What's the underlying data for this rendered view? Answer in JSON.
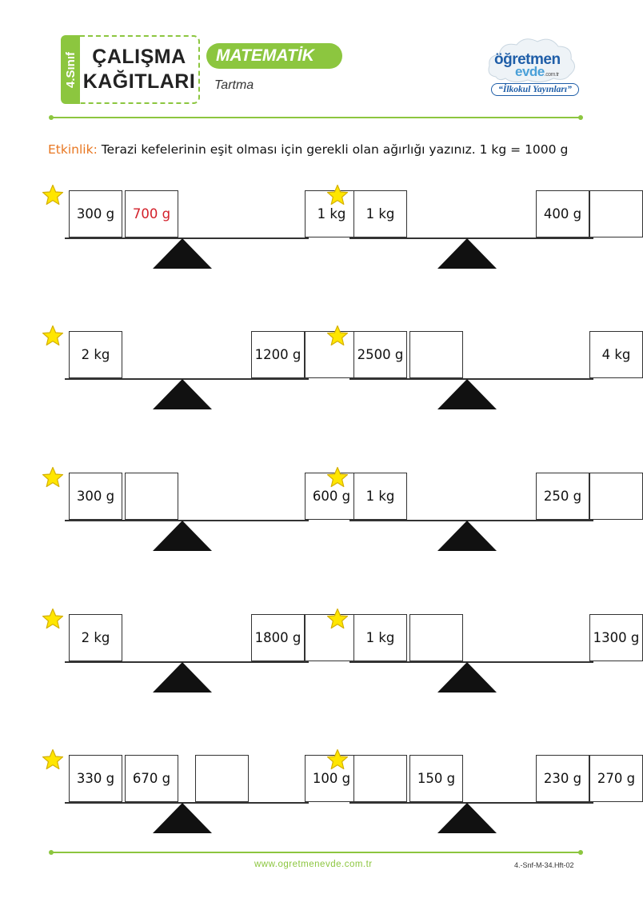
{
  "header": {
    "grade": "4.Sınıf",
    "title_line1": "ÇALIŞMA",
    "title_line2": "KAĞITLARI",
    "subject": "MATEMATİK",
    "topic": "Tartma",
    "logo_line1": "öğretmen",
    "logo_line2": "evde",
    "logo_domain": ".com.tr",
    "logo_tagline": "“İlkokul Yayınları”"
  },
  "colors": {
    "accent": "#8cc63f",
    "label": "#e87722",
    "highlight": "#d3202a",
    "star": "#ffe600"
  },
  "instruction": {
    "label": "Etkinlik:",
    "text": " Terazi kefelerinin eşit olması için gerekli olan ağırlığı yazınız. 1 kg = 1000 g"
  },
  "problems": [
    {
      "boxes": [
        "300 g",
        "700 g",
        "",
        "",
        "1 kg"
      ],
      "highlight": [
        1
      ]
    },
    {
      "boxes": [
        "1 kg",
        "",
        "",
        "400 g",
        ""
      ],
      "highlight": []
    },
    {
      "boxes": [
        "2 kg",
        "",
        "",
        "1200 g",
        ""
      ],
      "highlight": []
    },
    {
      "boxes": [
        "2500 g",
        "",
        "",
        "",
        "4 kg"
      ],
      "highlight": []
    },
    {
      "boxes": [
        "300 g",
        "",
        "",
        "",
        "600 g"
      ],
      "highlight": []
    },
    {
      "boxes": [
        "1 kg",
        "",
        "",
        "250 g",
        ""
      ],
      "highlight": []
    },
    {
      "boxes": [
        "2 kg",
        "",
        "",
        "1800 g",
        ""
      ],
      "highlight": []
    },
    {
      "boxes": [
        "1 kg",
        "",
        "",
        "",
        "1300 g"
      ],
      "highlight": []
    },
    {
      "boxes": [
        "330 g",
        "670 g",
        "",
        "",
        "100 g"
      ],
      "highlight": []
    },
    {
      "boxes": [
        "",
        "150 g",
        "",
        "230 g",
        "270 g"
      ],
      "highlight": []
    }
  ],
  "footer": {
    "url": "www.ogretmenevde.com.tr",
    "code": "4.-Snf-M-34.Hft-02"
  }
}
